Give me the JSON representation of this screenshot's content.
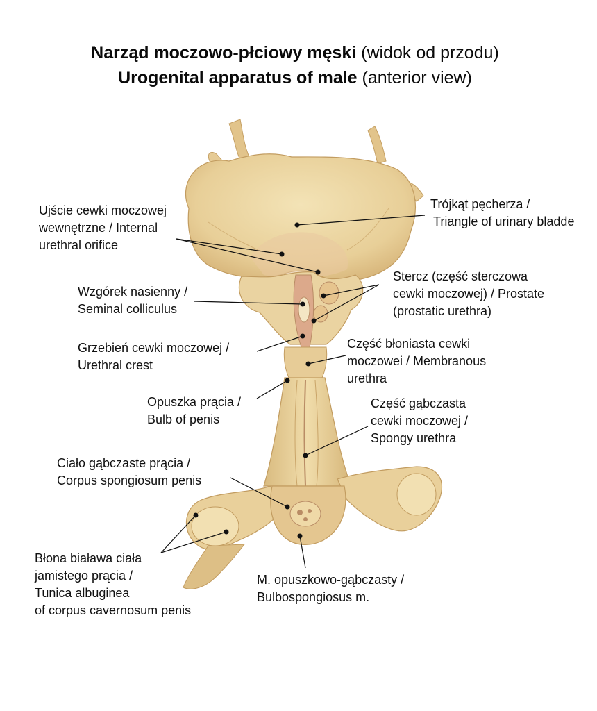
{
  "title": {
    "line1_bold": "Narząd moczowo-płciowy męski",
    "line1_rest": " (widok od przodu)",
    "line2_bold": "Urogenital apparatus of male",
    "line2_rest": " (anterior view)"
  },
  "labels": {
    "internal_orifice": [
      "Ujście cewki moczowej",
      "wewnętrzne / Internal",
      "urethral orifice"
    ],
    "trigone": [
      "Trójkąt pęcherza /",
      "Triangle of urinary bladde"
    ],
    "prostate": [
      "Stercz (część sterczowa",
      "cewki moczowej) / Prostate",
      "(prostatic urethra)"
    ],
    "colliculus": [
      "Wzgórek nasienny /",
      "Seminal colliculus"
    ],
    "crest": [
      "Grzebień cewki moczowej /",
      "Urethral crest"
    ],
    "membranous": [
      "Część błoniasta cewki",
      "moczowei / Membranous",
      "urethra"
    ],
    "bulb": [
      "Opuszka prącia /",
      "Bulb of penis"
    ],
    "spongy": [
      "Część gąbczasta",
      "cewki moczowej /",
      "Spongy urethra"
    ],
    "corpus_spongiosum": [
      "Ciało gąbczaste prącia /",
      "Corpus spongiosum penis"
    ],
    "tunica": [
      "Błona biaława ciała",
      "jamistego prącia /",
      "Tunica albuginea",
      "of corpus cavernosum penis"
    ],
    "bulbospongiosus": [
      "M. opuszkowo-gąbczasty /",
      "Bulbospongiosus m."
    ]
  },
  "colors": {
    "tissue_light": "#efdcab",
    "tissue_mid": "#e3c68d",
    "tissue_dark": "#c9a468",
    "tissue_pink": "#d9a98c",
    "leader": "#111111"
  }
}
